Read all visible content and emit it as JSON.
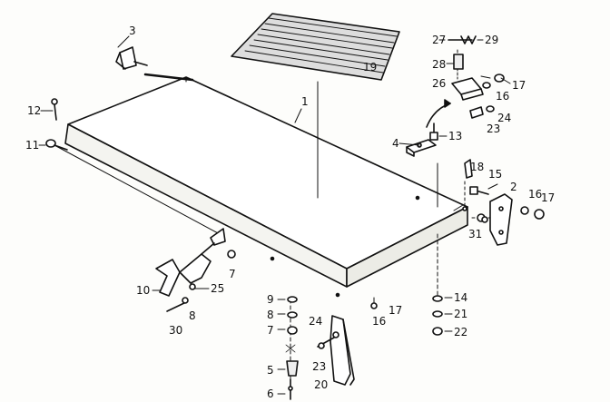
{
  "diagram": {
    "parts": {
      "p1": "1",
      "p2": "2",
      "p3": "3",
      "p4": "4",
      "p5": "5",
      "p6": "6",
      "p7a": "7",
      "p7b": "7",
      "p8a": "8",
      "p8b": "8",
      "p9": "9",
      "p10": "10",
      "p11": "11",
      "p12": "12",
      "p13": "13",
      "p14": "14",
      "p15": "15",
      "p16a": "16",
      "p16b": "16",
      "p16c": "16",
      "p17a": "17",
      "p17b": "17",
      "p17c": "17",
      "p18": "18",
      "p19": "19",
      "p20": "20",
      "p21": "21",
      "p22": "22",
      "p23a": "23",
      "p23b": "23",
      "p24a": "24",
      "p24b": "24",
      "p25": "25",
      "p26": "26",
      "p27": "27",
      "p28": "28",
      "p29": "29",
      "p30": "30",
      "p31": "31"
    }
  }
}
